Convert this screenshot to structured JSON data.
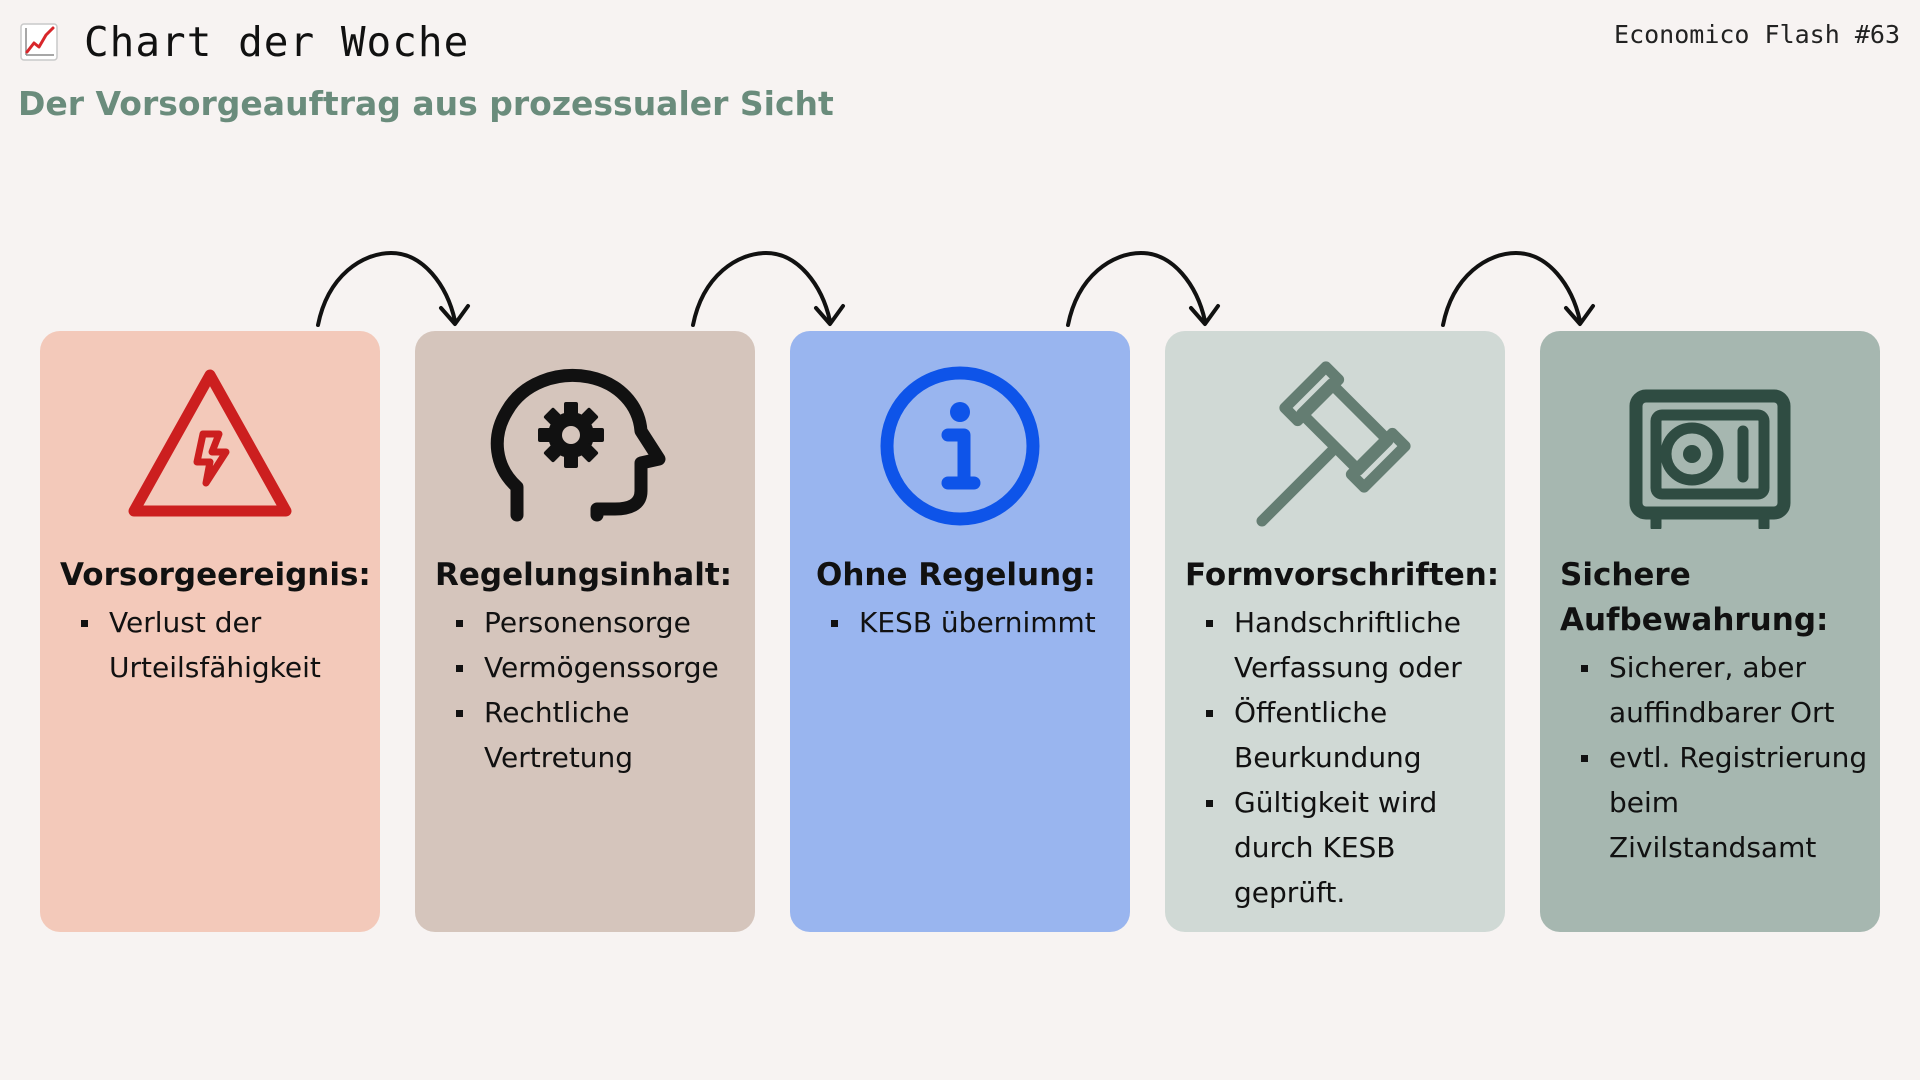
{
  "header": {
    "title": "Chart der Woche",
    "subtitle": "Der Vorsorgeauftrag aus prozessualer Sicht",
    "issue": "Economico Flash #63",
    "title_icon": "chart-increasing-icon"
  },
  "colors": {
    "background": "#f7f3f2",
    "subtitle": "#6a8c7c",
    "card_1": "#f3c9ba",
    "card_2": "#d5c5bc",
    "card_3": "#99b5ef",
    "card_4": "#d0d9d5",
    "card_5": "#a6b7b0",
    "icon_warning": "#cc1f1f",
    "icon_head": "#111111",
    "icon_info": "#0e54e9",
    "icon_gavel": "#647d72",
    "icon_safe": "#2f4c42"
  },
  "cards": [
    {
      "icon": "electrical-warning-icon",
      "heading": "Vorsorgeereignis:",
      "items": [
        "Verlust der Urteilsfähigkeit"
      ]
    },
    {
      "icon": "head-gear-icon",
      "heading": "Regelungsinhalt:",
      "items": [
        "Personensorge",
        "Vermögenssorge",
        "Rechtliche Vertretung"
      ]
    },
    {
      "icon": "info-icon",
      "heading": "Ohne Regelung:",
      "items": [
        "KESB übernimmt"
      ]
    },
    {
      "icon": "gavel-icon",
      "heading": "Formvorschriften:",
      "items": [
        "Handschriftliche Verfassung oder",
        "Öffentliche Beurkundung",
        "Gültigkeit wird durch KESB geprüft."
      ]
    },
    {
      "icon": "safe-icon",
      "heading": "Sichere Aufbewahrung:",
      "items": [
        "Sicherer, aber auffindbarer Ort",
        "evtl. Registrierung beim Zivilstandsamt"
      ]
    }
  ]
}
